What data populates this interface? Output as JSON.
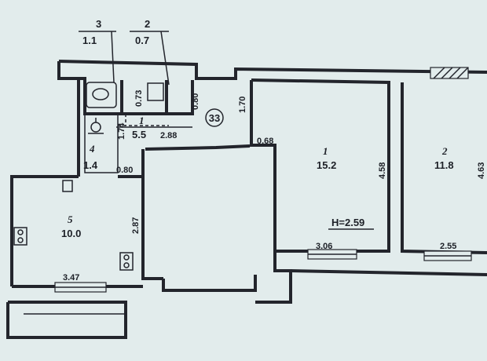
{
  "plan": {
    "apartment_number": "33",
    "ceiling_height": "H=2.59",
    "rooms": [
      {
        "id": "room-1",
        "number": "1",
        "area": "15.2"
      },
      {
        "id": "room-2",
        "number": "2",
        "area": "11.8"
      },
      {
        "id": "bath",
        "number": "3",
        "area": "1.1"
      },
      {
        "id": "toilet",
        "number": "2",
        "area": "0.7"
      },
      {
        "id": "hall",
        "number": "1",
        "area": "5.5"
      },
      {
        "id": "closet",
        "number": "4",
        "area": "1.4"
      },
      {
        "id": "kitchen",
        "number": "5",
        "area": "10.0"
      }
    ],
    "dimensions": {
      "bath_width": "0.73",
      "toilet_width": "0.80",
      "hall_depth": "1.70",
      "hall_side": "1.74",
      "hall_length": "2.88",
      "corridor_width": "0.68",
      "closet_width": "0.80",
      "room1_depth": "4.58",
      "room1_width": "3.06",
      "room2_width": "2.55",
      "room2_depth": "4.63",
      "kitchen_depth": "2.87",
      "kitchen_width": "3.47"
    }
  }
}
